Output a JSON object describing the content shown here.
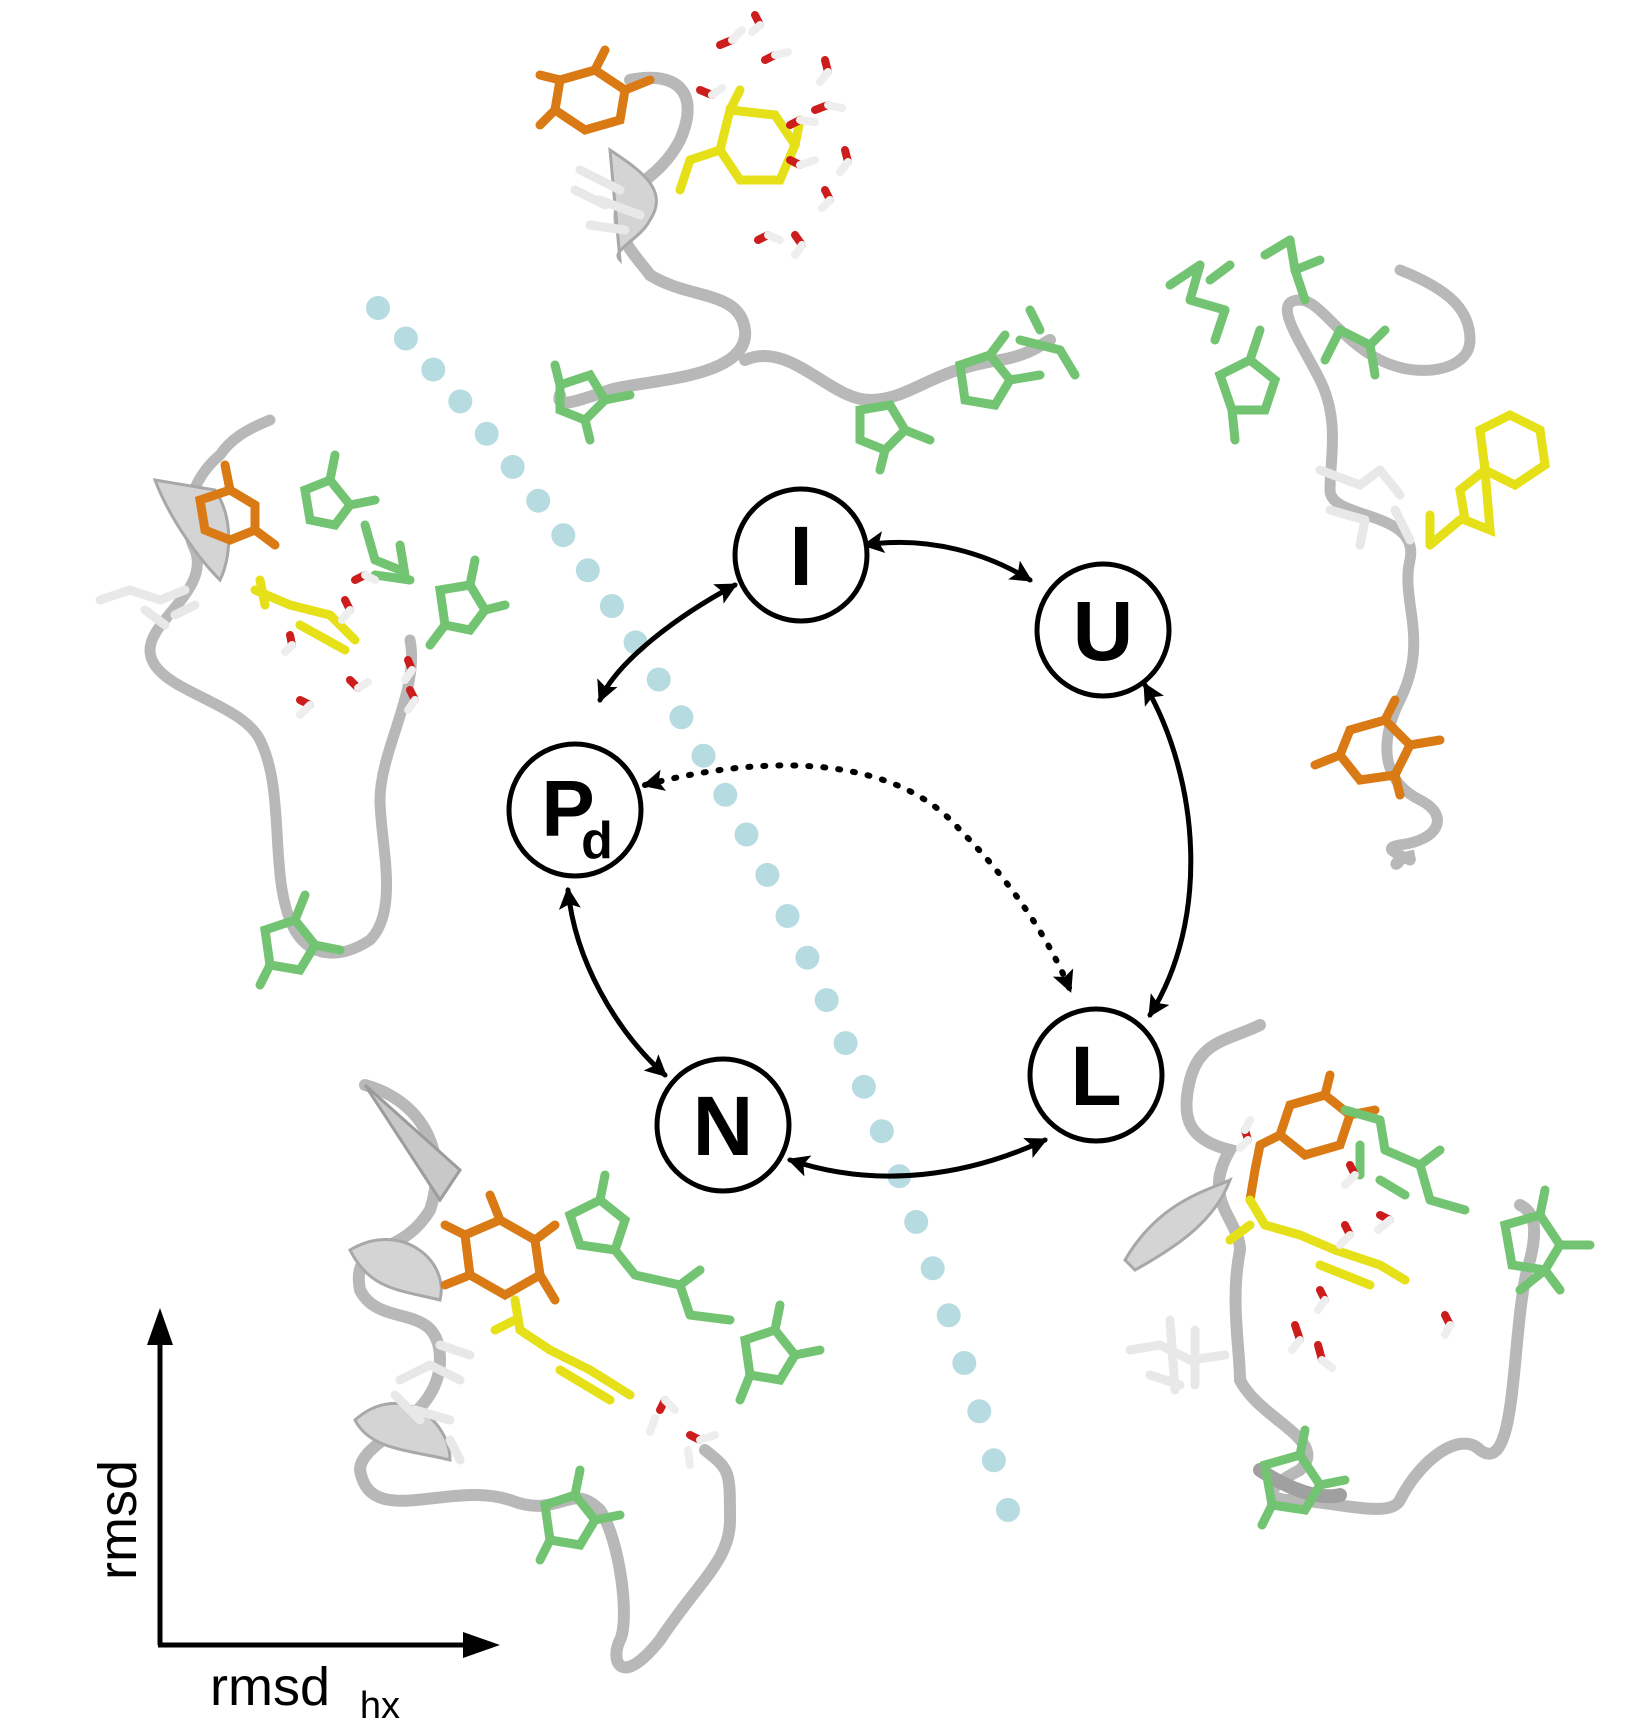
{
  "states": {
    "I": "I",
    "U": "U",
    "Pd_main": "P",
    "Pd_sub": "d",
    "L": "L",
    "N": "N"
  },
  "axes": {
    "y_label": "rmsd",
    "x_label_main": "rmsd",
    "x_label_sub": "hx"
  },
  "colors": {
    "ribbon": "#cfcfcf",
    "ribbon_stroke": "#b4b4b4",
    "orange": "#d97a14",
    "yellow": "#e6e018",
    "green": "#72c472",
    "water_red": "#cc1c1c",
    "water_white": "#efefef",
    "dots": "#b6dbe0",
    "arrows": "#000000"
  },
  "structures": [
    "structure-I",
    "structure-U",
    "structure-Pd",
    "structure-N",
    "structure-L"
  ]
}
